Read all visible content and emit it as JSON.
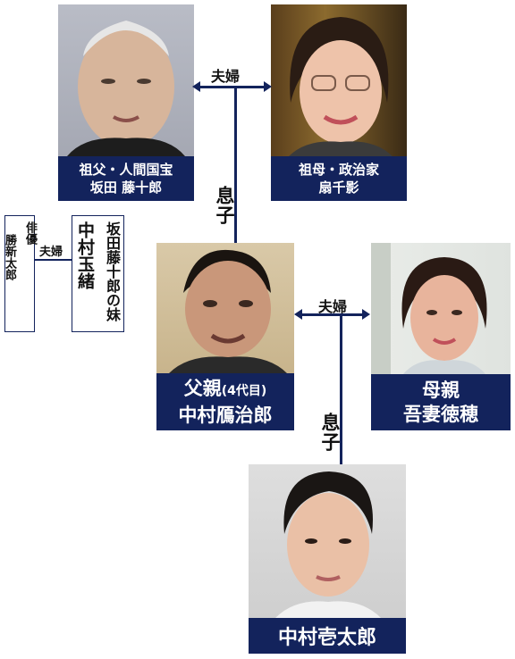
{
  "grandfather": {
    "line1": "祖父・人間国宝",
    "line2": "坂田 藤十郎"
  },
  "grandmother": {
    "line1": "祖母・政治家",
    "line2": "扇千影"
  },
  "father": {
    "line1_main": "父親",
    "line1_sub": "(4代目)",
    "line2": "中村鴈治郎"
  },
  "mother": {
    "line1": "母親",
    "line2": "吾妻徳穂"
  },
  "son": {
    "name": "中村壱太郎"
  },
  "aunt": {
    "col1": "坂田藤十郎の妹",
    "col2": "中村玉緒"
  },
  "uncle": {
    "col1": "俳優",
    "col2": "勝新太郎"
  },
  "relations": {
    "top_couple": "夫婦",
    "middle_couple": "夫婦",
    "left_couple": "夫婦",
    "son_top": "息子",
    "son_bottom": "息子"
  },
  "colors": {
    "caption_bg": "#13235c",
    "line": "#13235c"
  }
}
